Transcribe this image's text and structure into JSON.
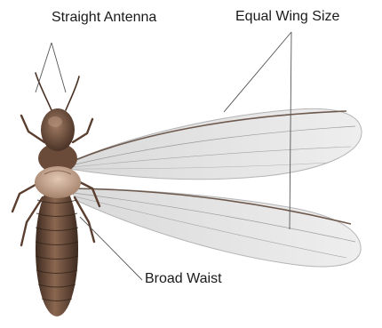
{
  "labels": {
    "antenna": "Straight Antenna",
    "wing": "Equal Wing Size",
    "waist": "Broad Waist"
  },
  "colors": {
    "body_dark": "#4a3326",
    "body_mid": "#7a5843",
    "body_light": "#a88470",
    "thorax": "#c9a890",
    "wing_fill": "#e6e6e6",
    "wing_vein": "#8c8c8c",
    "leader_line": "#555555"
  }
}
